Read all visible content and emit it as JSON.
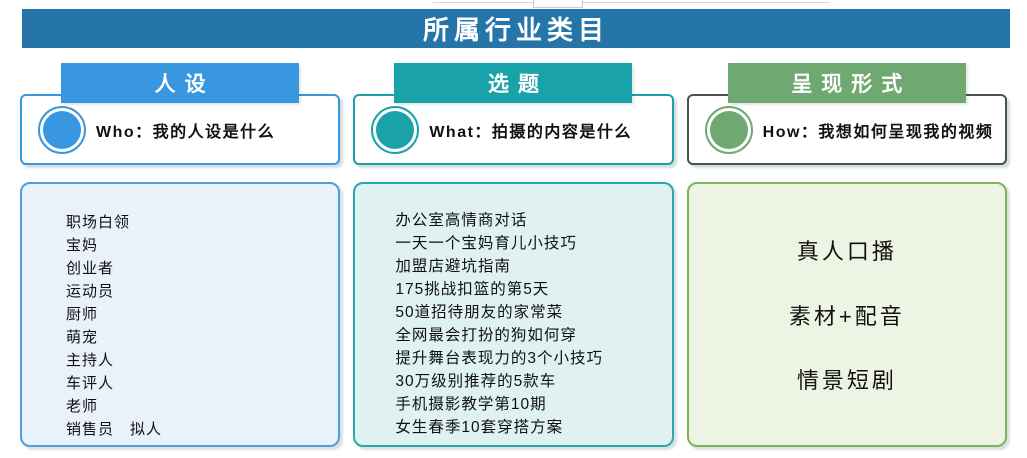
{
  "title": "所属行业类目",
  "colors": {
    "title_bar": "#2575a9"
  },
  "columns": [
    {
      "tab": "人设",
      "question": "Who：我的人设是什么",
      "icon": "blue-circle",
      "colors": {
        "accent": "#3897de",
        "box_border": "#3897de",
        "list_border": "#4f9fe0",
        "list_bg": "#e9f1fa"
      },
      "items": [
        "职场白领",
        "宝妈",
        "创业者",
        "运动员",
        "厨师",
        "萌宠",
        "主持人",
        "车评人",
        "老师",
        "销售员　拟人"
      ]
    },
    {
      "tab": "选题",
      "question": "What：拍摄的内容是什么",
      "icon": "teal-circle",
      "colors": {
        "accent": "#1aa2ab",
        "box_border": "#1aa2ab",
        "list_border": "#2aa9ad",
        "list_bg": "#e0f1f2"
      },
      "items": [
        "办公室高情商对话",
        "一天一个宝妈育儿小技巧",
        "加盟店避坑指南",
        "175挑战扣篮的第5天",
        "50道招待朋友的家常菜",
        "全网最会打扮的狗如何穿",
        "提升舞台表现力的3个小技巧",
        "30万级别推荐的5款车",
        "手机摄影教学第10期",
        "女生春季10套穿搭方案"
      ]
    },
    {
      "tab": "呈现形式",
      "question": "How：我想如何呈现我的视频",
      "icon": "green-circle",
      "colors": {
        "accent": "#6fa871",
        "box_border": "#47564c",
        "list_border": "#7cb35b",
        "list_bg": "#eef4e3"
      },
      "items": [
        "真人口播",
        "素材+配音",
        "情景短剧"
      ]
    }
  ]
}
